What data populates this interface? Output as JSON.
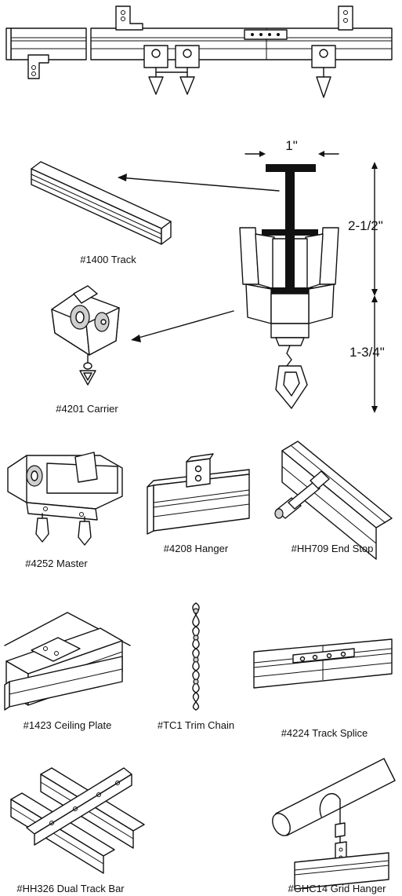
{
  "captions": {
    "track": "#1400 Track",
    "carrier": "#4201 Carrier",
    "master": "#4252 Master",
    "hanger": "#4208 Hanger",
    "end_stop": "#HH709 End Stop",
    "ceiling_plate": "#1423 Ceiling Plate",
    "trim_chain": "#TC1 Trim Chain",
    "track_splice": "#4224 Track Splice",
    "dual_track_bar": "#HH326 Dual Track Bar",
    "grid_hanger": "#GHC14 Grid Hanger"
  },
  "dimensions": {
    "width": "1\"",
    "upper_height": "2-1/2\"",
    "lower_height": "1-3/4\""
  },
  "colors": {
    "line": "#111111",
    "background": "#ffffff"
  }
}
